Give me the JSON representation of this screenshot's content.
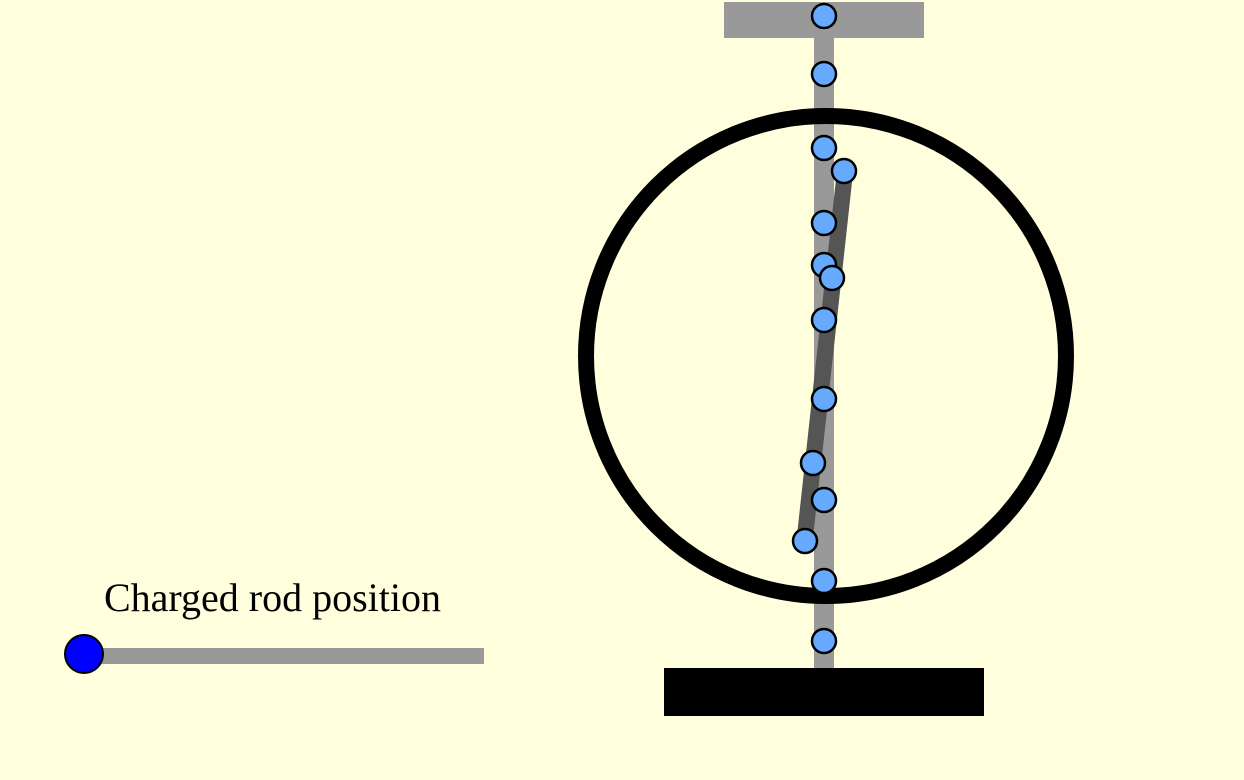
{
  "colors": {
    "background": "#FFFFDD",
    "rod_gray": "#999999",
    "leaf_dark": "#555555",
    "charge_fill": "#66AAFF",
    "knob_blue": "#0000FF",
    "ring_black": "#000000"
  },
  "slider": {
    "label": "Charged rod position",
    "value": 0
  },
  "electroscope": {
    "charge_count": 14
  }
}
